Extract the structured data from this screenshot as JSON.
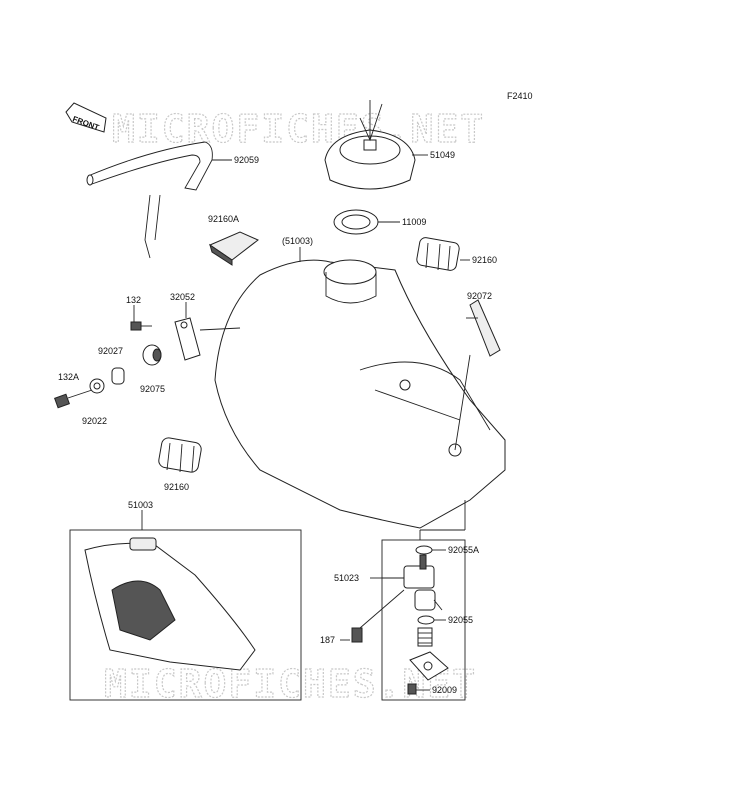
{
  "diagram": {
    "code": "F2410",
    "front_label": "FRONT",
    "watermark": "MICROFICHES.NET",
    "parts": [
      {
        "id": "92059"
      },
      {
        "id": "51049"
      },
      {
        "id": "11009"
      },
      {
        "id": "92160A"
      },
      {
        "id": "(51003)"
      },
      {
        "id": "92160"
      },
      {
        "id": "132"
      },
      {
        "id": "32052"
      },
      {
        "id": "92072"
      },
      {
        "id": "92027"
      },
      {
        "id": "92075"
      },
      {
        "id": "132A"
      },
      {
        "id": "92022"
      },
      {
        "id": "92160"
      },
      {
        "id": "51003"
      },
      {
        "id": "92055A"
      },
      {
        "id": "51023"
      },
      {
        "id": "92055"
      },
      {
        "id": "187"
      },
      {
        "id": "92009"
      }
    ]
  }
}
